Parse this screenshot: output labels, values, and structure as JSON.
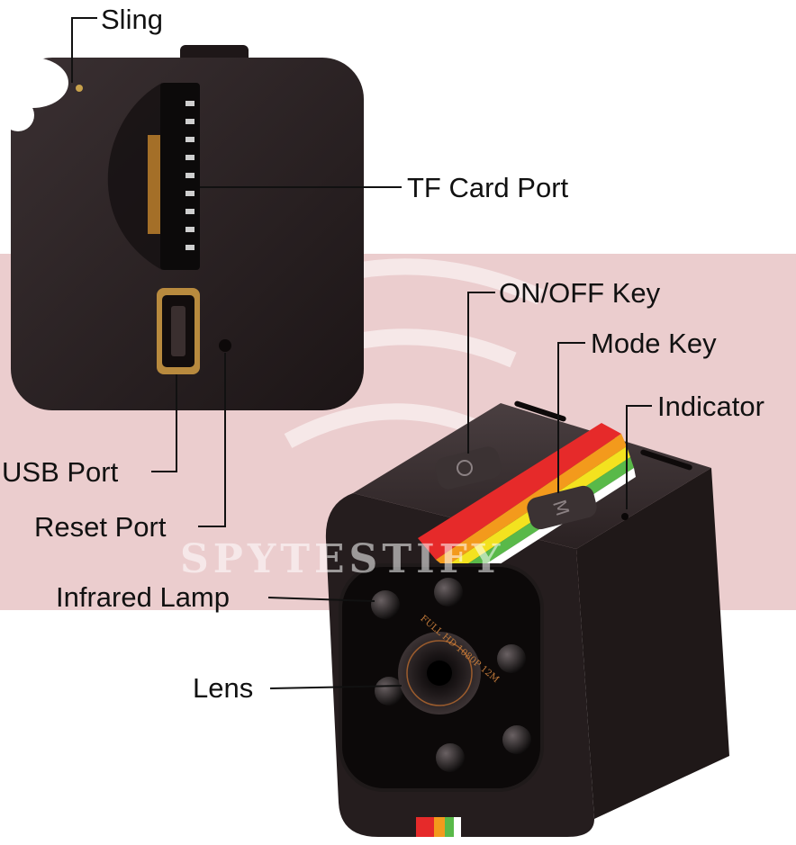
{
  "labels": {
    "sling": "Sling",
    "tf_card_port": "TF Card Port",
    "on_off_key": "ON/OFF Key",
    "mode_key": "Mode Key",
    "indicator": "Indicator",
    "usb_port": "USB Port",
    "reset_port": "Reset Port",
    "infrared_lamp": "Infrared Lamp",
    "lens": "Lens"
  },
  "watermark": "SPYTESTIFY",
  "lens_ring_text": "FULL HD 1080P 12M",
  "mode_button_glyph": "M",
  "colors": {
    "band": "#e8c4c6",
    "body": "#2a2021",
    "rainbow": [
      "#e62a2a",
      "#f39a1c",
      "#f3e21f",
      "#59b949",
      "#ffffff"
    ]
  }
}
